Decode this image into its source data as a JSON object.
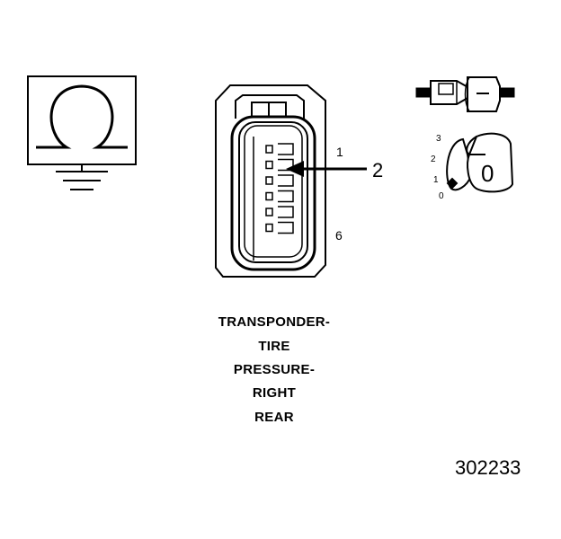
{
  "connector": {
    "pin_first": "1",
    "pin_last": "6",
    "callout": "2"
  },
  "key_positions": [
    "3",
    "2",
    "1",
    "0"
  ],
  "key_cylinder_label": "0",
  "caption_lines": [
    "TRANSPONDER-",
    "TIRE",
    "PRESSURE-",
    "RIGHT",
    "REAR"
  ],
  "figure_number": "302233"
}
